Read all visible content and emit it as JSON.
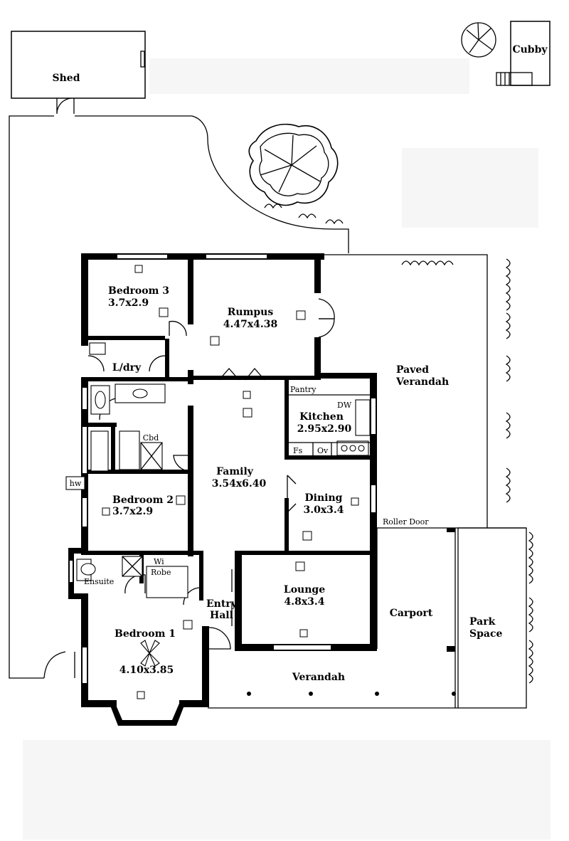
{
  "outbuildings": {
    "shed": "Shed",
    "cubby": "Cubby"
  },
  "rooms": {
    "bedroom3": {
      "name": "Bedroom 3",
      "size": "3.7x2.9"
    },
    "rumpus": {
      "name": "Rumpus",
      "size": "4.47x4.38"
    },
    "laundry": {
      "name": "L/dry"
    },
    "pantry": {
      "name": "Pantry"
    },
    "kitchen": {
      "name": "Kitchen",
      "size": "2.95x2.90"
    },
    "family": {
      "name": "Family",
      "size": "3.54x6.40"
    },
    "bedroom2": {
      "name": "Bedroom 2",
      "size": "3.7x2.9"
    },
    "dining": {
      "name": "Dining",
      "size": "3.0x3.4"
    },
    "ensuite": {
      "name": "Ensuite"
    },
    "walk_in_robe": {
      "line1": "Wi",
      "line2": "Robe"
    },
    "lounge": {
      "name": "Lounge",
      "size": "4.8x3.4"
    },
    "entry_hall": {
      "line1": "Entry",
      "line2": "Hall"
    },
    "bedroom1": {
      "name": "Bedroom 1",
      "size": "4.10x3.85"
    }
  },
  "fixtures": {
    "cupboard": "Cbd",
    "hot_water": "hw",
    "dishwasher": "DW",
    "fridge_space": "Fs",
    "oven": "Ov"
  },
  "outdoor": {
    "paved_verandah": {
      "line1": "Paved",
      "line2": "Verandah"
    },
    "roller_door": "Roller Door",
    "carport": "Carport",
    "park_space": {
      "line1": "Park",
      "line2": "Space"
    },
    "verandah": "Verandah"
  }
}
